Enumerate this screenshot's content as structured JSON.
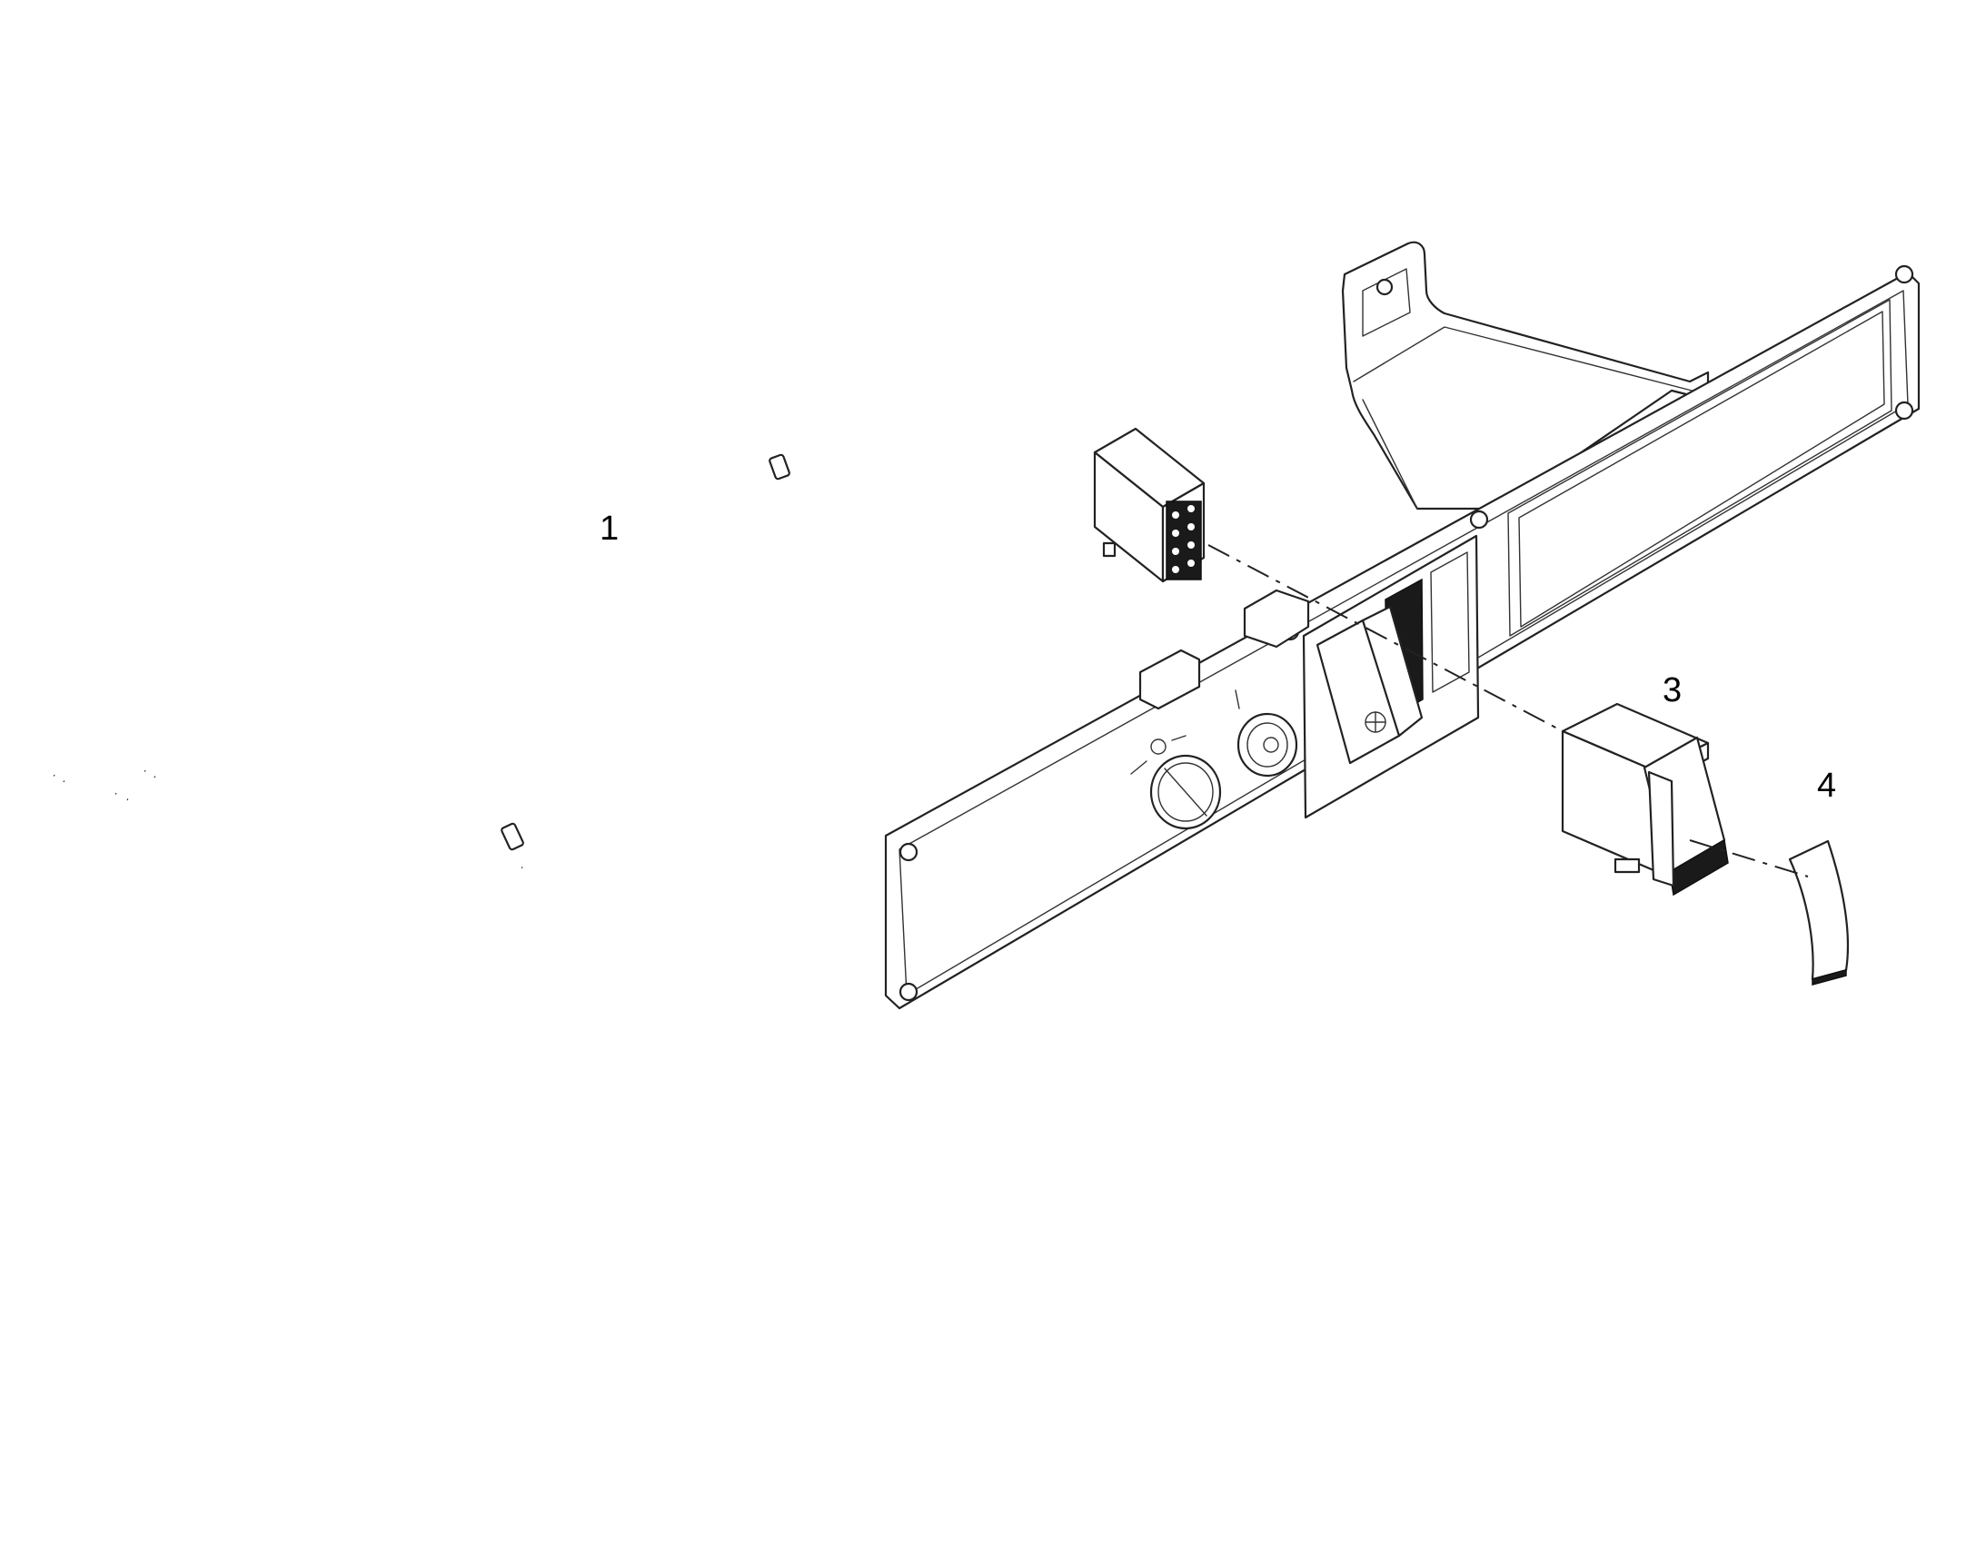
{
  "callouts": [
    {
      "id": "1",
      "text": "1"
    },
    {
      "id": "3",
      "text": "3"
    },
    {
      "id": "4",
      "text": "4"
    }
  ],
  "colors": {
    "line": "#222222",
    "background": "#ffffff"
  }
}
